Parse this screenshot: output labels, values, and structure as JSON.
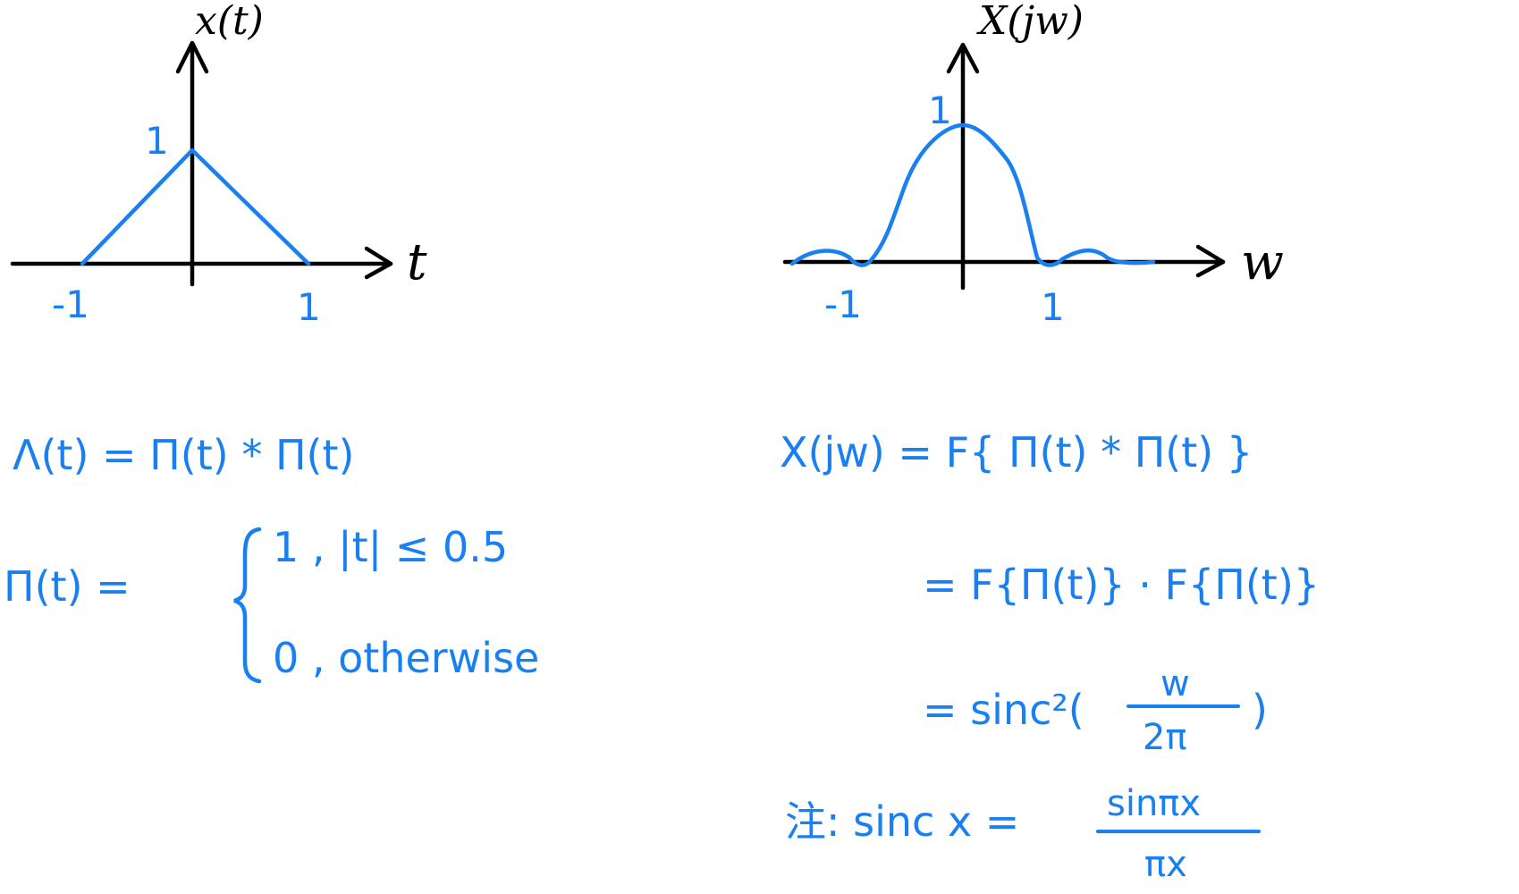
{
  "colors": {
    "ink": "#000000",
    "accent": "#1a7ff0",
    "background": "#ffffff"
  },
  "left_plot": {
    "y_label": "x(t)",
    "x_label": "t",
    "peak_label": "1",
    "tick_neg": "-1",
    "tick_pos": "1"
  },
  "right_plot": {
    "y_label": "X(jw)",
    "x_label": "w",
    "peak_label": "1",
    "tick_neg": "-1",
    "tick_pos": "1"
  },
  "left_equations": {
    "line1": "Λ(t) = Π(t) * Π(t)",
    "pi_lhs": "Π(t) =",
    "case1": "1  ,  |t| ≤ 0.5",
    "case2": "0  ,  otherwise"
  },
  "right_equations": {
    "line1": "X(jw) = F{ Π(t) * Π(t) }",
    "line2": "= F{Π(t)} · F{Π(t)}",
    "line3_prefix": "= sinc²(",
    "line3_num": "w",
    "line3_den": "2π",
    "line3_suffix": ")",
    "note_prefix": "注: sinc x =",
    "note_num": "sinπx",
    "note_den": "πx"
  }
}
